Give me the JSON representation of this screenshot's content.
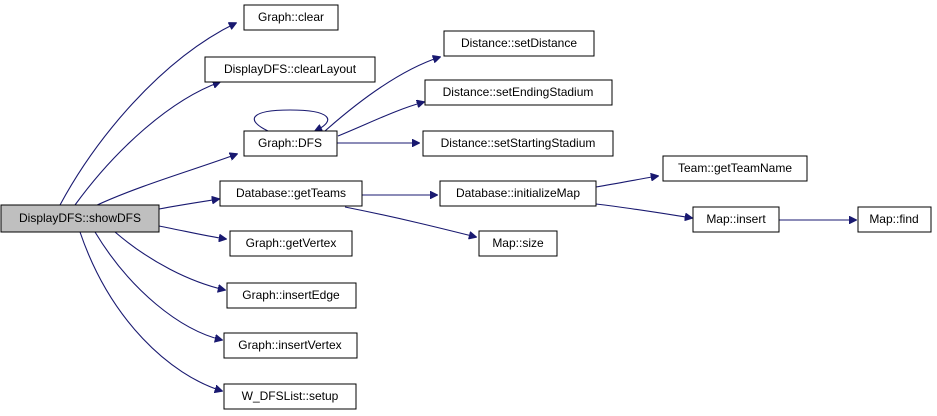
{
  "nodes": {
    "showdfs": "DisplayDFS::showDFS",
    "graph_clear": "Graph::clear",
    "cleardfs_layout": "DisplayDFS::clearLayout",
    "graph_dfs": "Graph::DFS",
    "set_distance": "Distance::setDistance",
    "set_ending": "Distance::setEndingStadium",
    "set_starting": "Distance::setStartingStadium",
    "get_team_name": "Team::getTeamName",
    "get_teams": "Database::getTeams",
    "initialize_map": "Database::initializeMap",
    "map_insert": "Map::insert",
    "map_find": "Map::find",
    "map_size": "Map::size",
    "get_vertex": "Graph::getVertex",
    "insert_edge": "Graph::insertEdge",
    "insert_vertex": "Graph::insertVertex",
    "dfslist_setup": "W_DFSList::setup"
  },
  "colors": {
    "edge": "#191970",
    "focus_fill": "#bfbfbf",
    "node_fill": "#ffffff",
    "node_border": "#000000"
  }
}
